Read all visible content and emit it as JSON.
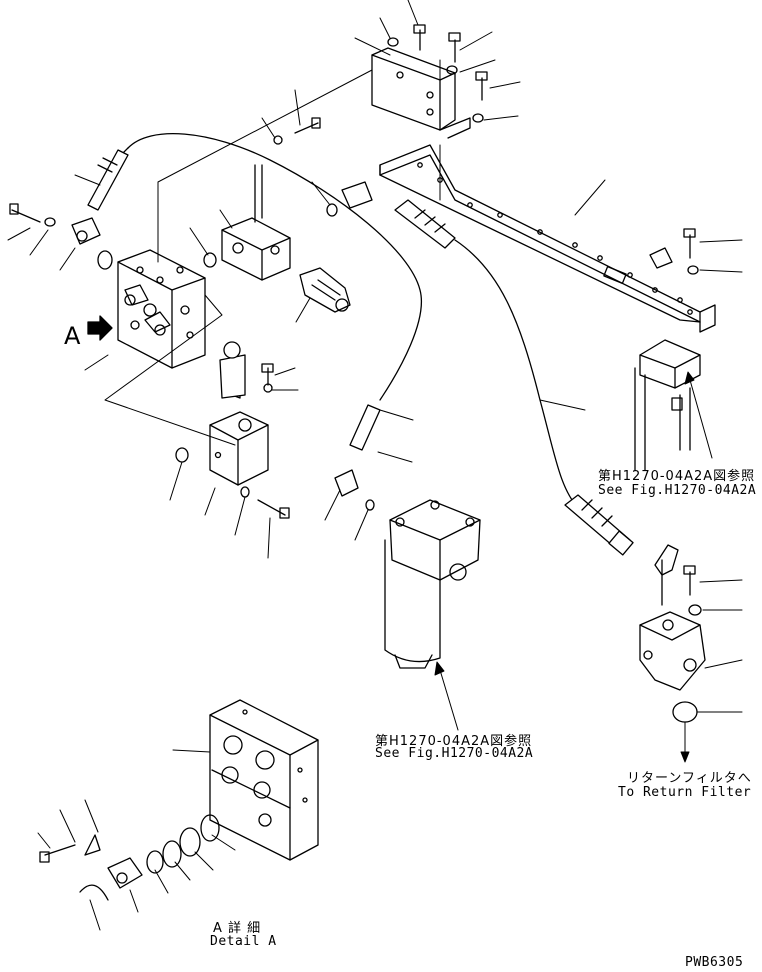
{
  "diagram": {
    "arrow_label": "A",
    "ref_upper_jp": "第H1270-04A2A図参照",
    "ref_upper_en": "See Fig.H1270-04A2A",
    "ref_lower_jp": "第H1270-04A2A図参照",
    "ref_lower_en": "See Fig.H1270-04A2A",
    "return_jp": "リターンフィルタへ",
    "return_en": "To Return Filter",
    "detail_jp": "A 詳 細",
    "detail_en": "Detail A",
    "drawing_no": "PWB6305",
    "line_color": "#000000"
  }
}
